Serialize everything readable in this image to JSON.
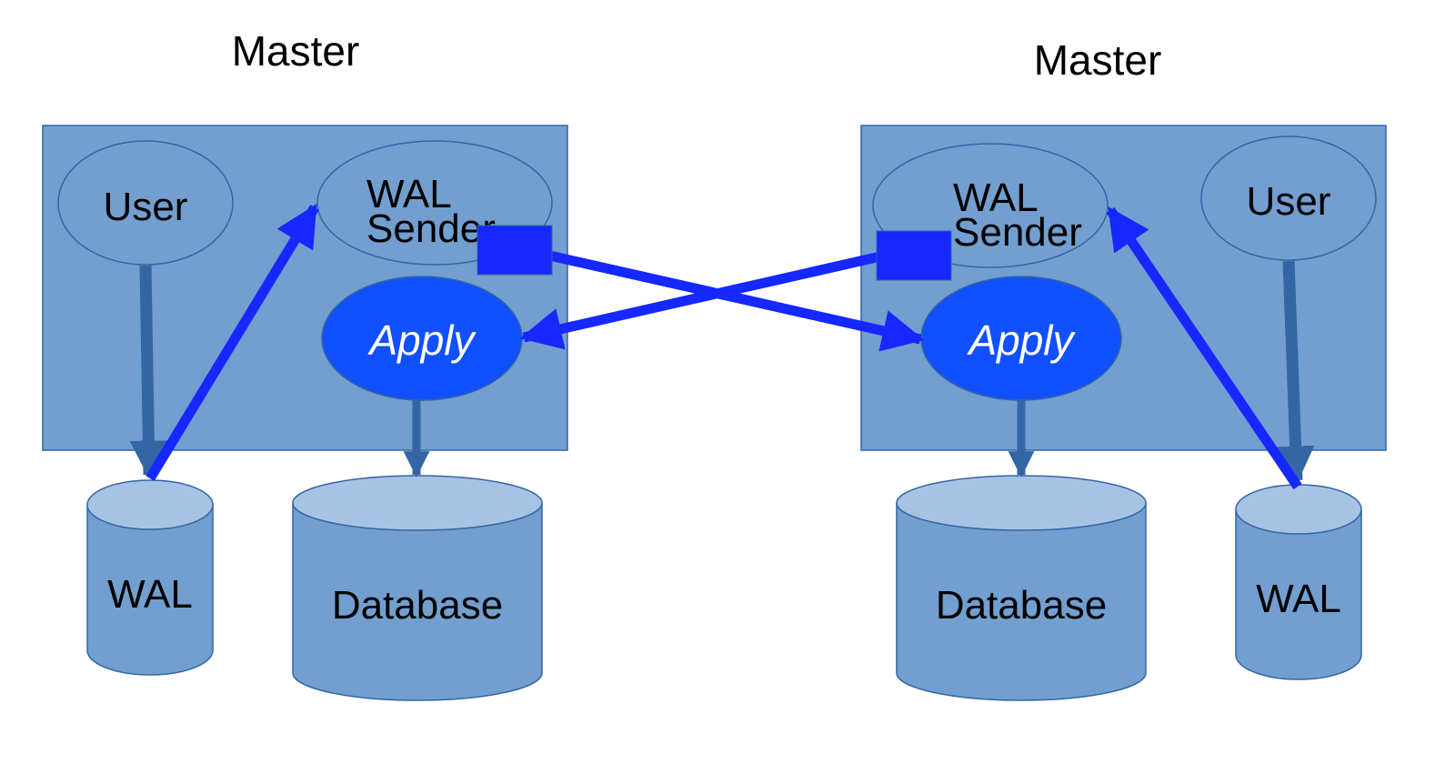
{
  "colors": {
    "box": "#729fcf",
    "border": "#3465a4",
    "arrow": "#1428ff",
    "apply": "#1150ff",
    "cylinder_top": "#a7c3e4",
    "dark_arrow": "#3465a4"
  },
  "left": {
    "title": "Master",
    "user": "User",
    "wal_sender_line1": "WAL",
    "wal_sender_line2": "Sender",
    "apply": "Apply",
    "wal": "WAL",
    "database": "Database"
  },
  "right": {
    "title": "Master",
    "user": "User",
    "wal_sender_line1": "WAL",
    "wal_sender_line2": "Sender",
    "apply": "Apply",
    "wal": "WAL",
    "database": "Database"
  }
}
